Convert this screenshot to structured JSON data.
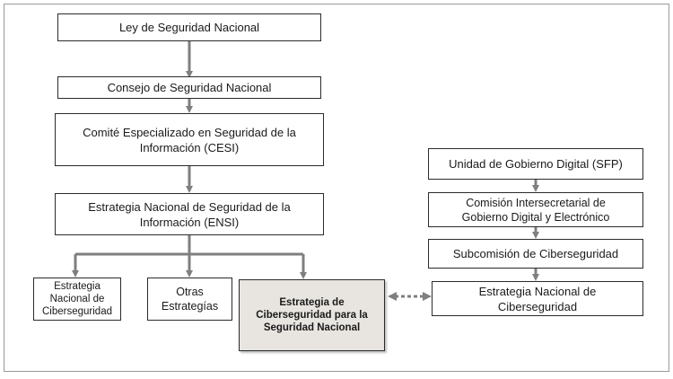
{
  "nodes": {
    "ley": "Ley de Seguridad Nacional",
    "consejo": "Consejo de Seguridad Nacional",
    "cesi": "Comité Especializado en Seguridad de la Información (CESI)",
    "ensi": "Estrategia Nacional de Seguridad de la Información (ENSI)",
    "enc_left": "Estrategia Nacional de Ciberseguridad",
    "otras": "Otras Estrategías",
    "ecsn": "Estrategia de Ciberseguridad para la Seguridad Nacional",
    "ugd": "Unidad de Gobierno Digital (SFP)",
    "cidge": "Comisión Intersecretarial de Gobierno Digital y Electrónico",
    "subcom": "Subcomisión de Ciberseguridad",
    "enc_right": "Estrategia Nacional de Ciberseguridad"
  },
  "colors": {
    "connector": "#7f7f7f",
    "border": "#2b2b2b",
    "highlight_fill": "#e8e5e0"
  }
}
